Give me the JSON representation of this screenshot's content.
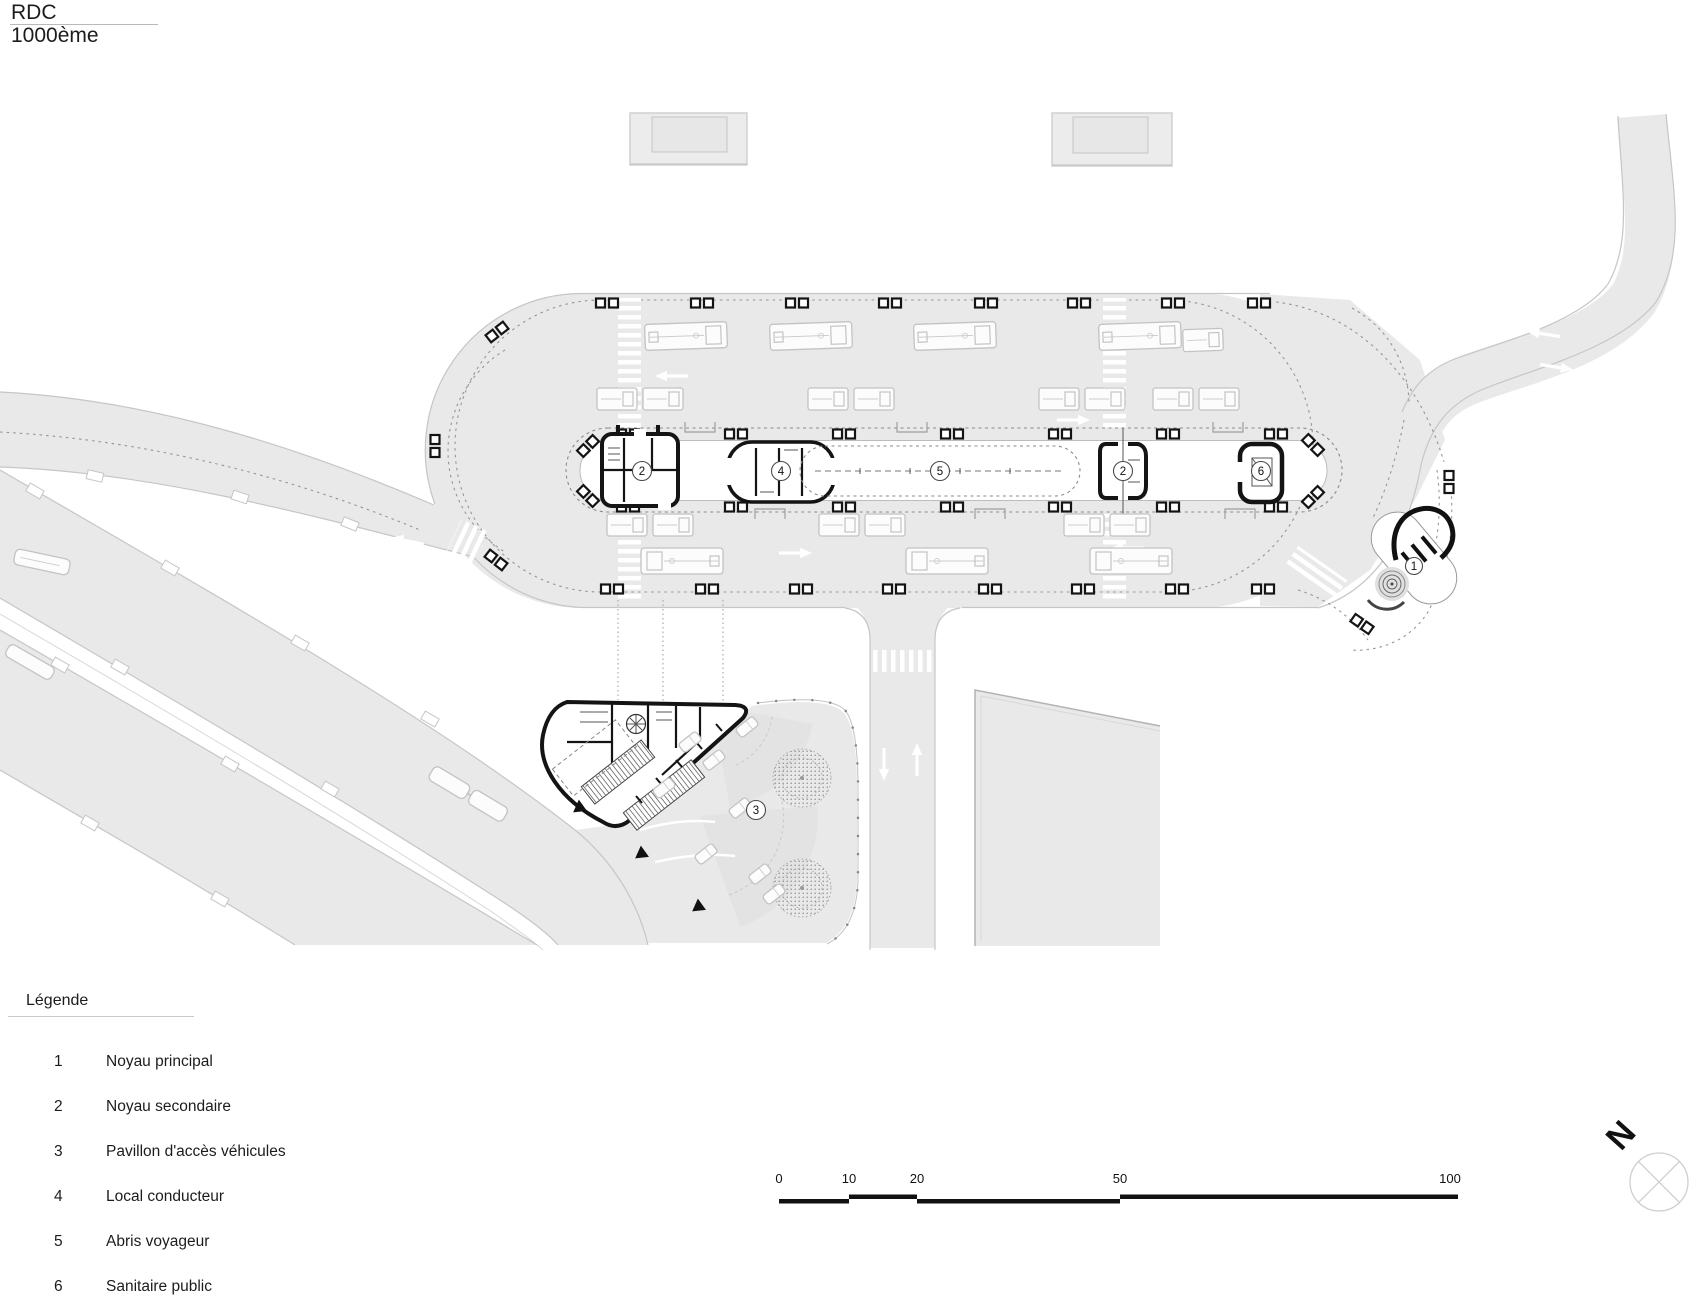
{
  "title": {
    "floor": "RDC",
    "scale_text": "1000ème"
  },
  "legend": {
    "heading": "Légende",
    "items": [
      {
        "num": "1",
        "label": "Noyau principal"
      },
      {
        "num": "2",
        "label": "Noyau secondaire"
      },
      {
        "num": "3",
        "label": "Pavillon d'accès véhicules"
      },
      {
        "num": "4",
        "label": "Local conducteur"
      },
      {
        "num": "5",
        "label": "Abris voyageur"
      },
      {
        "num": "6",
        "label": "Sanitaire public"
      }
    ]
  },
  "scale_bar": {
    "ticks": [
      "0",
      "10",
      "20",
      "50",
      "100"
    ]
  },
  "compass": {
    "label": "N"
  },
  "plan": {
    "markers": [
      {
        "num": "2"
      },
      {
        "num": "4"
      },
      {
        "num": "5"
      },
      {
        "num": "2"
      },
      {
        "num": "6"
      },
      {
        "num": "1"
      },
      {
        "num": "3"
      }
    ]
  },
  "colors": {
    "road": "#e9e9e9",
    "road_edge": "#c6c6c6",
    "ink": "#141414",
    "dash": "#969696",
    "text": "#1c1c1c"
  }
}
